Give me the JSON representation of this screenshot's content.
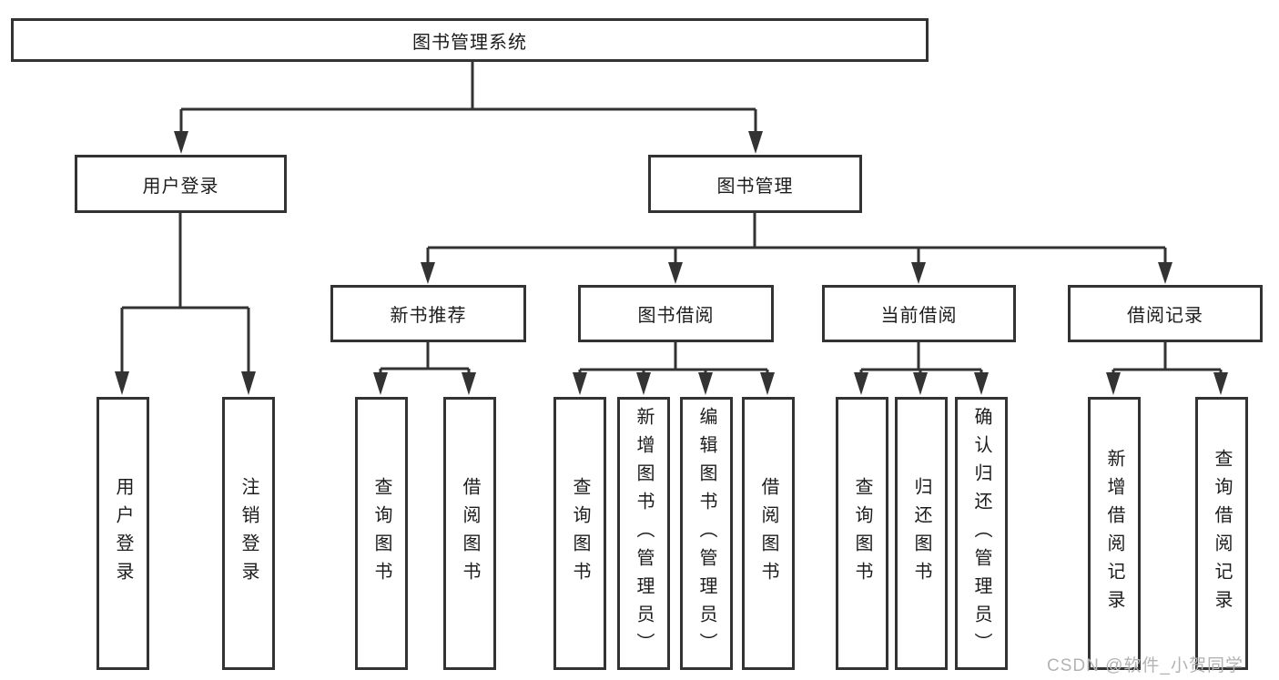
{
  "diagram_type": "function-tree",
  "tree": {
    "label": "图书管理系统",
    "children": [
      {
        "label": "用户登录",
        "children": [
          {
            "label": "用户登录"
          },
          {
            "label": "注销登录"
          }
        ]
      },
      {
        "label": "图书管理",
        "children": [
          {
            "label": "新书推荐",
            "children": [
              {
                "label": "查询图书"
              },
              {
                "label": "借阅图书"
              }
            ]
          },
          {
            "label": "图书借阅",
            "children": [
              {
                "label": "查询图书"
              },
              {
                "label": "新增图书（管理员）"
              },
              {
                "label": "编辑图书（管理员）"
              },
              {
                "label": "借阅图书"
              }
            ]
          },
          {
            "label": "当前借阅",
            "children": [
              {
                "label": "查询图书"
              },
              {
                "label": "归还图书"
              },
              {
                "label": "确认归还（管理员）"
              }
            ]
          },
          {
            "label": "借阅记录",
            "children": [
              {
                "label": "新增借阅记录"
              },
              {
                "label": "查询借阅记录"
              }
            ]
          }
        ]
      }
    ]
  },
  "watermark": "CSDN @软件_小贺同学",
  "colors": {
    "line": "#333333",
    "text": "#1c1c1c",
    "box_background": "#ffffff",
    "watermark": "#b3b3b3",
    "background": "#ffffff"
  }
}
